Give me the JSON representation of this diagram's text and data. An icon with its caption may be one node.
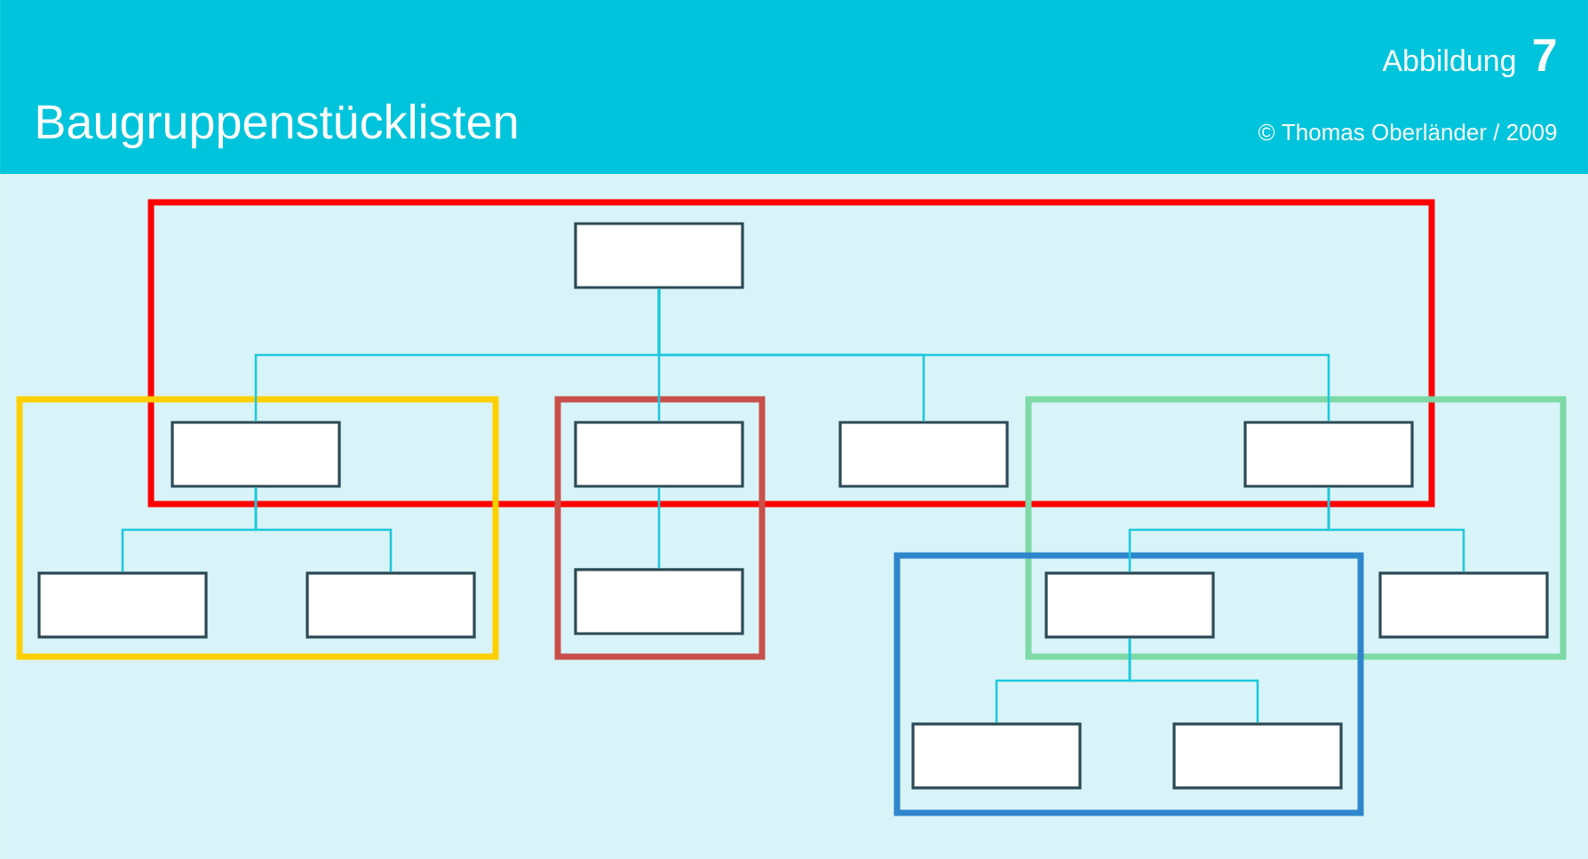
{
  "diagram": {
    "title": "Baugruppenstücklisten",
    "nodes": [
      {
        "text": [],
        "shape": "box"
      },
      {
        "text": [],
        "shape": "box"
      },
      {
        "text": [],
        "shape": "box"
      },
      {
        "text": [],
        "shape": "box"
      },
      {
        "text": [],
        "shape": "box"
      },
      {
        "text": [],
        "shape": "box"
      },
      {
        "text": [],
        "shape": "box"
      },
      {
        "text": [],
        "shape": "box"
      },
      {
        "text": [],
        "shape": "box"
      },
      {
        "text": [],
        "shape": "box"
      },
      {
        "text": [],
        "shape": "box"
      },
      {
        "text": [],
        "shape": "box"
      }
    ],
    "edges": [
      {
        "from": 0,
        "to": 1,
        "arrow": "none"
      },
      {
        "from": 0,
        "to": 2,
        "arrow": "none"
      },
      {
        "from": 0,
        "to": 3,
        "arrow": "none"
      },
      {
        "from": 0,
        "to": 4,
        "arrow": "none"
      },
      {
        "from": 1,
        "to": 5,
        "arrow": "none"
      },
      {
        "from": 1,
        "to": 6,
        "arrow": "none"
      },
      {
        "from": 2,
        "to": 7,
        "arrow": "none"
      },
      {
        "from": 4,
        "to": 8,
        "arrow": "none"
      },
      {
        "from": 4,
        "to": 9,
        "arrow": "none"
      },
      {
        "from": 8,
        "to": 10,
        "arrow": "none"
      },
      {
        "from": 8,
        "to": 11,
        "arrow": "none"
      }
    ],
    "labels": [
      "Abbildung",
      "7",
      "© Thomas Oberländer / 2009"
    ]
  }
}
